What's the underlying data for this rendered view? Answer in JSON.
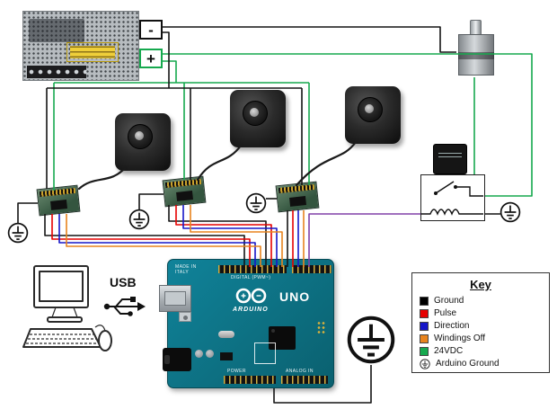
{
  "diagram": {
    "power_supply": {
      "minus_label": "-",
      "plus_label": "+"
    },
    "usb_label": "USB",
    "arduino": {
      "made_in": "MADE IN ITALY",
      "brand": "ARDUINO",
      "model": "UNO",
      "digital_label": "DIGITAL (PWM~)",
      "power_label": "POWER",
      "analog_label": "ANALOG IN"
    },
    "key": {
      "title": "Key",
      "entries": [
        {
          "label": "Ground",
          "color": "#000000"
        },
        {
          "label": "Pulse",
          "color": "#e60000"
        },
        {
          "label": "Direction",
          "color": "#1616c8"
        },
        {
          "label": "Windings Off",
          "color": "#e8841e"
        },
        {
          "label": "24VDC",
          "color": "#16a94e"
        },
        {
          "label": "Arduino Ground",
          "color": null
        }
      ]
    }
  },
  "wire_colors": {
    "ground": "#141414",
    "pulse": "#e60000",
    "direction": "#1616c8",
    "windings_off": "#e8841e",
    "vdc24": "#16a94e",
    "relay_signal": "#8040a8"
  }
}
